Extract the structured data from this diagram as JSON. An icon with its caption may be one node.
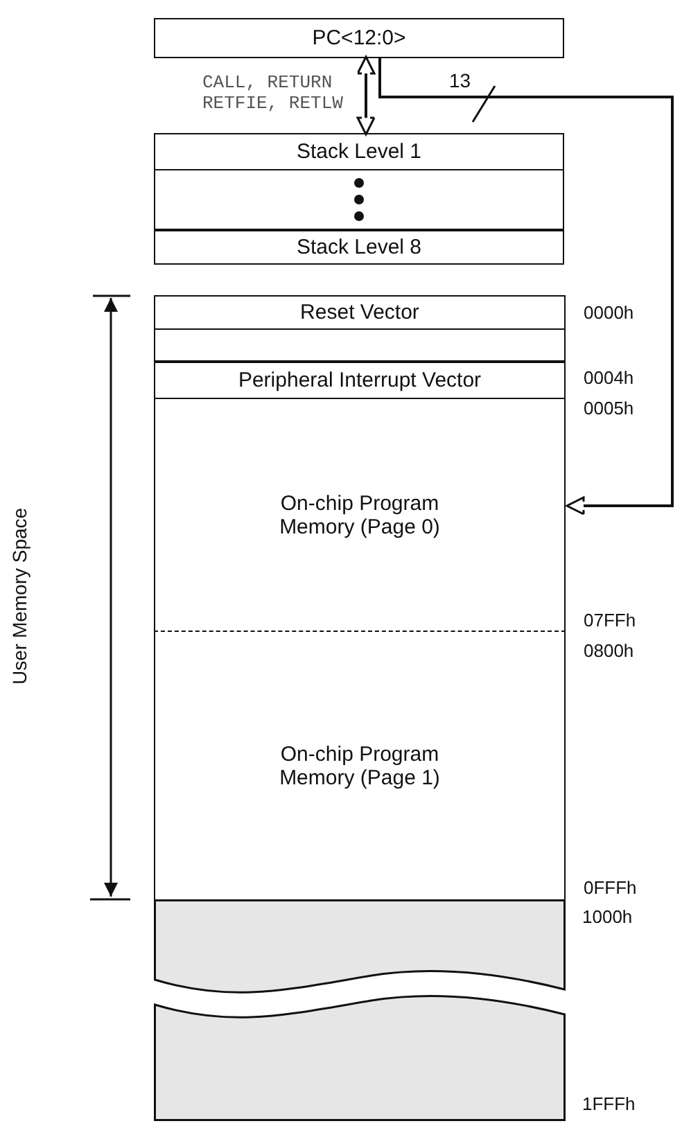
{
  "diagram": {
    "nodes": [
      {
        "text": [
          "PC<12:0>"
        ]
      },
      {
        "text": [
          "Stack Level 1"
        ]
      },
      {
        "text": [],
        "shape": "box"
      },
      {
        "text": [
          "Stack Level 8"
        ]
      },
      {
        "text": [
          "Reset Vector"
        ],
        "beside": [
          "0000h"
        ]
      },
      {
        "text": [],
        "shape": "box"
      },
      {
        "text": [
          "Peripheral Interrupt Vector"
        ],
        "beside": [
          "0004h"
        ]
      },
      {
        "text": [
          "On-chip Program Memory (Page 0)"
        ],
        "beside": [
          "0005h",
          "07FFh"
        ]
      },
      {
        "text": [
          "On-chip Program Memory (Page 1)"
        ],
        "beside": [
          "0800h",
          "0FFFh"
        ]
      },
      {
        "text": [],
        "shape": "box",
        "beside": [
          "1000h",
          "1FFFh"
        ]
      }
    ],
    "edges": [
      {
        "from": 0,
        "to": 1,
        "arrow": "both",
        "label": "CALL, RETURN RETFIE, RETLW"
      },
      {
        "from": 0,
        "to": 7,
        "arrow": "to",
        "label": "13"
      }
    ],
    "labels": [
      "User Memory Space"
    ]
  }
}
